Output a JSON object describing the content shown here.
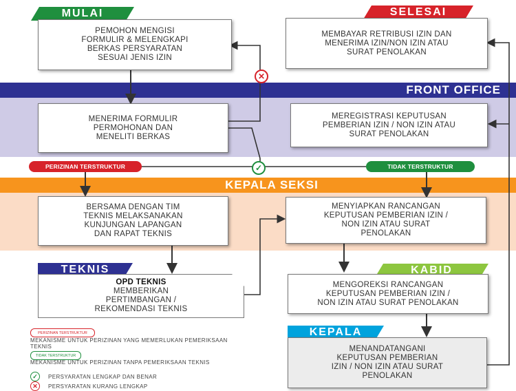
{
  "tags": {
    "mulai": "MULAI",
    "selesai": "SELESAI",
    "teknis": "TEKNIS",
    "kabid": "KABID",
    "kepala": "KEPALA"
  },
  "bands": {
    "front_office": "FRONT OFFICE",
    "kepala_seksi": "KEPALA SEKSI"
  },
  "boxes": {
    "pemohon": "PEMOHON MENGISI FORMULIR & MELENGKAPI BERKAS PERSYARATAN SESUAI JENIS IZIN",
    "membayar": "MEMBAYAR RETRIBUSI IZIN DAN MENERIMA IZIN/NON IZIN ATAU SURAT PENOLAKAN",
    "menerima": "MENERIMA FORMULIR PERMOHONAN DAN MENELITI BERKAS",
    "meregistrasi": "MEREGISTRASI KEPUTUSAN PEMBERIAN IZIN / NON IZIN ATAU SURAT PENOLAKAN",
    "bersama": "BERSAMA DENGAN TIM TEKNIS MELAKSANAKAN KUNJUNGAN LAPANGAN DAN RAPAT TEKNIS",
    "menyiapkan": "MENYIAPKAN RANCANGAN KEPUTUSAN PEMBERIAN IZIN / NON IZIN ATAU SURAT PENOLAKAN",
    "opd_title": "OPD TEKNIS",
    "opd_body": "MEMBERIKAN PERTIMBANGAN / REKOMENDASI TEKNIS",
    "mengoreksi": "MENGOREKSI RANCANGAN KEPUTUSAN PEMBERIAN IZIN / NON IZIN ATAU SURAT PENOLAKAN",
    "menandatangani": "MENANDATANGANI KEPUTUSAN PEMBERIAN IZIN / NON IZIN ATAU SURAT PENOLAKAN"
  },
  "pills": {
    "terstruktur": "PERIZINAN TERSTRUKTUR",
    "tidak_terstruktur": "TIDAK TERSTRUKTUR"
  },
  "legend": {
    "pill_terstruktur": "PERIZINAN TERSTRUKTUR",
    "text_terstruktur": "MEKANISME UNTUK PERIZINAN YANG MEMERLUKAN PEMERIKSAAN TEKNIS",
    "pill_tidak": "TIDAK TERSTRUKTUR",
    "text_tidak": "MEKANISME UNTUK PERIZINAN TANPA PEMERIKSAAN TEKNIS",
    "lengkap": "PERSYARATAN LENGKAP DAN BENAR",
    "kurang": "PERSYARATAN KURANG LENGKAP"
  },
  "colors": {
    "mulai": "#1f8f3e",
    "selesai": "#d7232a",
    "front_office_band": "#2e3192",
    "front_office_bg": "#cfcbe6",
    "kepala_seksi_band": "#f7941d",
    "kepala_seksi_bg": "#fbdcc6",
    "teknis": "#2e3192",
    "kabid": "#8dc63f",
    "kepala": "#00a3dd",
    "pill_red": "#d7232a",
    "pill_green": "#1f8f3e"
  }
}
